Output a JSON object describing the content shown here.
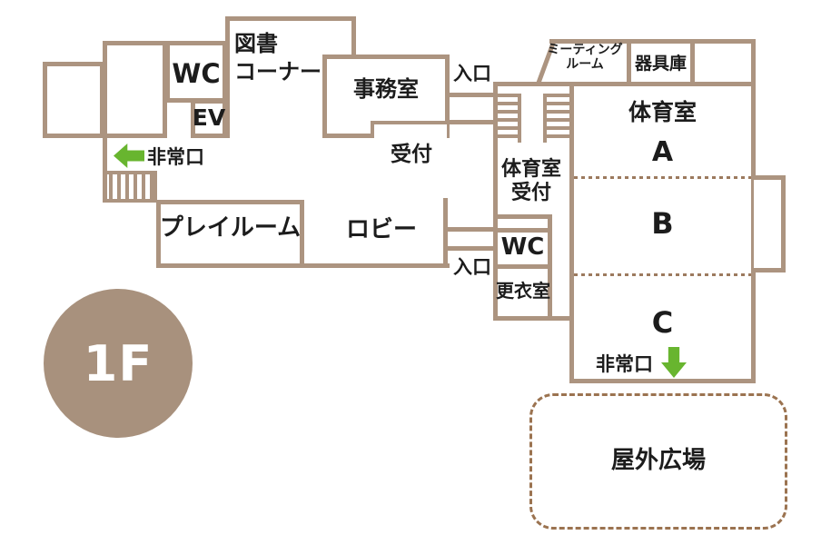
{
  "colors": {
    "wall": "#ac9480",
    "divider_dash": "#9c7a5e",
    "plaza_dash": "#9b7350",
    "arrow_green": "#68b52f",
    "badge_fill": "#a8917d",
    "text": "#1c1c1c"
  },
  "floor_badge": {
    "label": "1F"
  },
  "labels": {
    "library_line1": "図書",
    "library_line2": "コーナー",
    "wc_upper": "WC",
    "elevator": "EV",
    "office": "事務室",
    "reception": "受付",
    "entrance_top": "入口",
    "entrance_bottom": "入口",
    "emergency_exit_left": "非常口",
    "emergency_exit_bottom": "非常口",
    "playroom": "プレイルーム",
    "lobby": "ロビー",
    "gym_reception_line1": "体育室",
    "gym_reception_line2": "受付",
    "wc_lower": "WC",
    "changing_room": "更衣室",
    "meeting_room_line1": "ミーティング",
    "meeting_room_line2": "ルーム",
    "equipment_storage": "器具庫",
    "gym_title": "体育室",
    "gym_section_a": "A",
    "gym_section_b": "B",
    "gym_section_c": "C",
    "outdoor_plaza": "屋外広場"
  }
}
